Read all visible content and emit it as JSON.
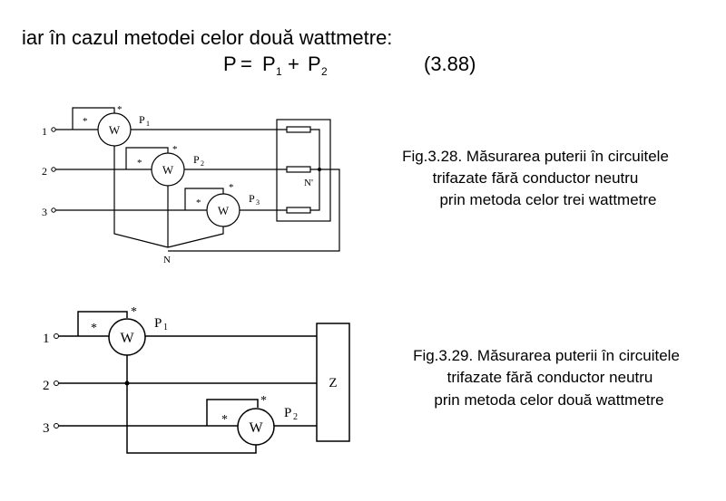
{
  "intro": {
    "text": "iar în cazul metodei celor două wattmetre:",
    "formula": {
      "P": "P",
      "eq": "=",
      "P1": "P",
      "sub1": "1",
      "plus": "+",
      "P2": "P",
      "sub2": "2",
      "number": "(3.88)"
    }
  },
  "fig328": {
    "caption": [
      "Fig.3.28. Măsurarea puterii în circuitele",
      "trifazate fără conductor neutru",
      "prin metoda celor trei wattmetre"
    ],
    "terminals": [
      "1",
      "2",
      "3"
    ],
    "meter_symbol": "W",
    "star": "*",
    "powers": [
      {
        "p": "P",
        "sub": "1"
      },
      {
        "p": "P",
        "sub": "2"
      },
      {
        "p": "P",
        "sub": "3"
      }
    ],
    "neutral_node": "N",
    "load_neutral": "N'"
  },
  "fig329": {
    "caption": [
      "Fig.3.29. Măsurarea puterii în circuitele",
      "trifazate fără conductor neutru",
      "prin metoda celor două wattmetre"
    ],
    "terminals": [
      "1",
      "2",
      "3"
    ],
    "meter_symbol": "W",
    "star": "*",
    "powers": [
      {
        "p": "P",
        "sub": "1"
      },
      {
        "p": "P",
        "sub": "2"
      }
    ],
    "load_label": "Z"
  }
}
